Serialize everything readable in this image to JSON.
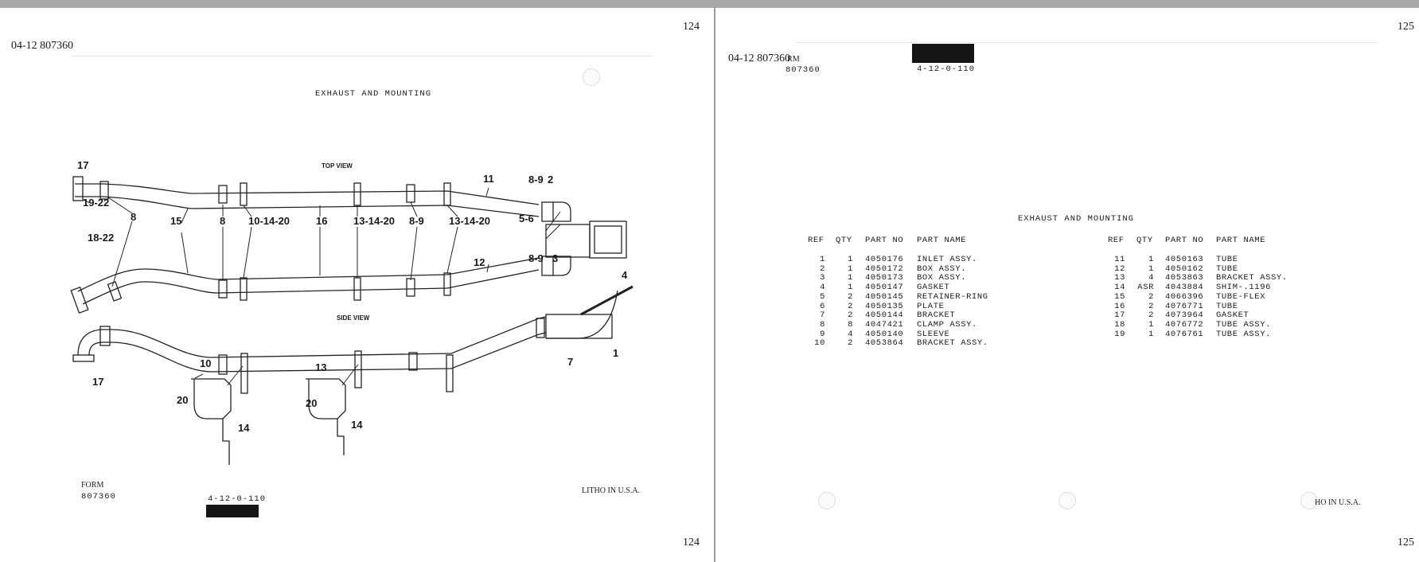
{
  "left_page": {
    "page_number_top": "124",
    "page_number_bottom": "124",
    "header_code": "04-12  807360",
    "title": "EXHAUST AND MOUNTING",
    "top_view_label": "TOP VIEW",
    "side_view_label": "SIDE VIEW",
    "form_label": "FORM",
    "form_number": "807360",
    "section_code": "4-12-0-110",
    "litho": "LITHO IN U.S.A.",
    "top_view_callouts": [
      "17",
      "19-22",
      "8",
      "15",
      "8",
      "10-14-20",
      "16",
      "13-14-20",
      "8-9",
      "13-14-20",
      "11",
      "8-9",
      "2",
      "5-6",
      "18-22",
      "12",
      "8-9",
      "3",
      "4"
    ],
    "side_view_callouts": [
      "17",
      "1",
      "7",
      "10",
      "20",
      "14",
      "13",
      "20",
      "14"
    ]
  },
  "right_page": {
    "page_number_top": "125",
    "page_number_bottom": "125",
    "header_code": "04-12  807360",
    "header_overprint": "RM",
    "form_number": "807360",
    "section_code": "4-12-0-110",
    "title": "EXHAUST AND MOUNTING",
    "litho": "HO IN U.S.A.",
    "columns": [
      "REF",
      "QTY",
      "PART NO",
      "PART NAME"
    ],
    "parts_left": [
      [
        "1",
        "1",
        "4050176",
        "INLET ASSY."
      ],
      [
        "2",
        "1",
        "4050172",
        "BOX ASSY."
      ],
      [
        "3",
        "1",
        "4050173",
        "BOX ASSY."
      ],
      [
        "4",
        "1",
        "4050147",
        "GASKET"
      ],
      [
        "5",
        "2",
        "4050145",
        "RETAINER-RING"
      ],
      [
        "6",
        "2",
        "4050135",
        "PLATE"
      ],
      [
        "7",
        "2",
        "4050144",
        "BRACKET"
      ],
      [
        "8",
        "8",
        "4047421",
        "CLAMP ASSY."
      ],
      [
        "9",
        "4",
        "4050140",
        "SLEEVE"
      ],
      [
        "10",
        "2",
        "4053864",
        "BRACKET ASSY."
      ]
    ],
    "parts_right": [
      [
        "11",
        "1",
        "4050163",
        "TUBE"
      ],
      [
        "12",
        "1",
        "4050162",
        "TUBE"
      ],
      [
        "13",
        "4",
        "4053863",
        "BRACKET ASSY."
      ],
      [
        "14",
        "ASR",
        "4043884",
        "SHIM-.1196"
      ],
      [
        "15",
        "2",
        "4066396",
        "TUBE-FLEX"
      ],
      [
        "16",
        "2",
        "4076771",
        "TUBE"
      ],
      [
        "17",
        "2",
        "4073964",
        "GASKET"
      ],
      [
        "18",
        "1",
        "4076772",
        "TUBE ASSY."
      ],
      [
        "19",
        "1",
        "4076761",
        "TUBE ASSY."
      ]
    ]
  }
}
